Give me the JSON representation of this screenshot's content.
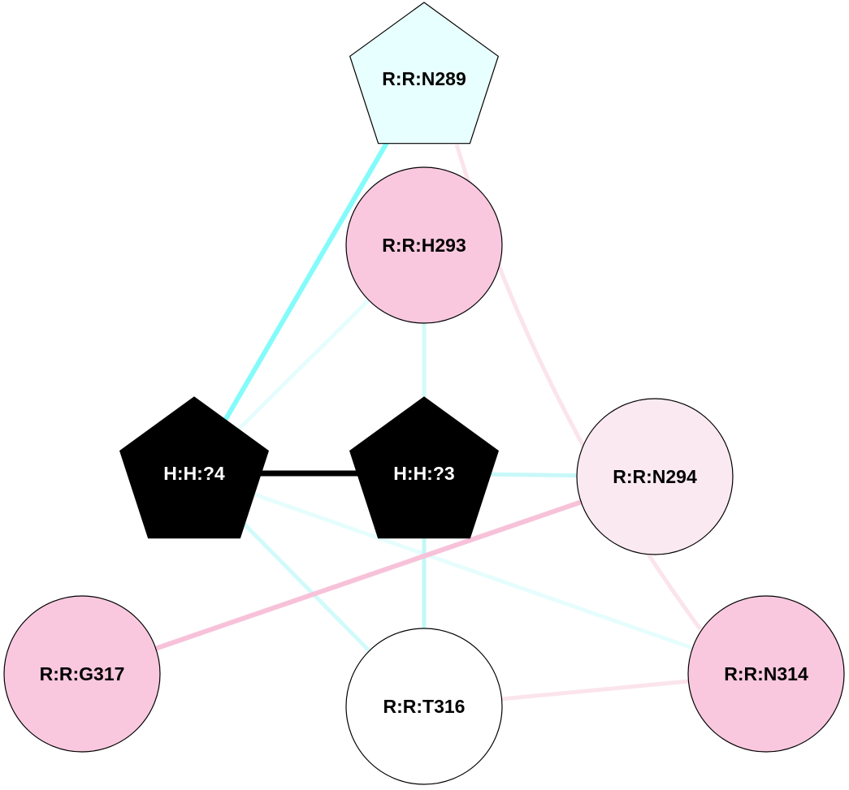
{
  "nodes": [
    {
      "id": "N289",
      "label": "R:R:N289",
      "shape": "pentagon",
      "fill": "#e8ffff",
      "text_color": "#000000"
    },
    {
      "id": "H293",
      "label": "R:R:H293",
      "shape": "circle",
      "fill": "#f9c8de",
      "text_color": "#000000"
    },
    {
      "id": "H4",
      "label": "H:H:?4",
      "shape": "pentagon",
      "fill": "#000000",
      "text_color": "#ffffff"
    },
    {
      "id": "H3",
      "label": "H:H:?3",
      "shape": "pentagon",
      "fill": "#000000",
      "text_color": "#ffffff"
    },
    {
      "id": "N294",
      "label": "R:R:N294",
      "shape": "circle",
      "fill": "#fbe9f1",
      "text_color": "#000000"
    },
    {
      "id": "G317",
      "label": "R:R:G317",
      "shape": "circle",
      "fill": "#f9c8de",
      "text_color": "#000000"
    },
    {
      "id": "T316",
      "label": "R:R:T316",
      "shape": "circle",
      "fill": "#ffffff",
      "text_color": "#000000"
    },
    {
      "id": "N314",
      "label": "R:R:N314",
      "shape": "circle",
      "fill": "#f9c8de",
      "text_color": "#000000"
    }
  ],
  "edges": [
    {
      "from": "N289",
      "to": "H4",
      "color": "#84fbfb"
    },
    {
      "from": "N289",
      "to": "N314",
      "color": "#fbe4ec",
      "curved": true
    },
    {
      "from": "H293",
      "to": "H4",
      "color": "#e6fdfd"
    },
    {
      "from": "H293",
      "to": "H3",
      "color": "#d2fafa"
    },
    {
      "from": "H4",
      "to": "H3",
      "color": "#000000"
    },
    {
      "from": "H3",
      "to": "N294",
      "color": "#c8f8f8"
    },
    {
      "from": "H4",
      "to": "T316",
      "color": "#d2fafa"
    },
    {
      "from": "H4",
      "to": "N314",
      "color": "#e6fdfd"
    },
    {
      "from": "H3",
      "to": "T316",
      "color": "#c3f7f7"
    },
    {
      "from": "N294",
      "to": "G317",
      "color": "#f7c2d9"
    },
    {
      "from": "T316",
      "to": "N314",
      "color": "#fbe4ec"
    }
  ]
}
